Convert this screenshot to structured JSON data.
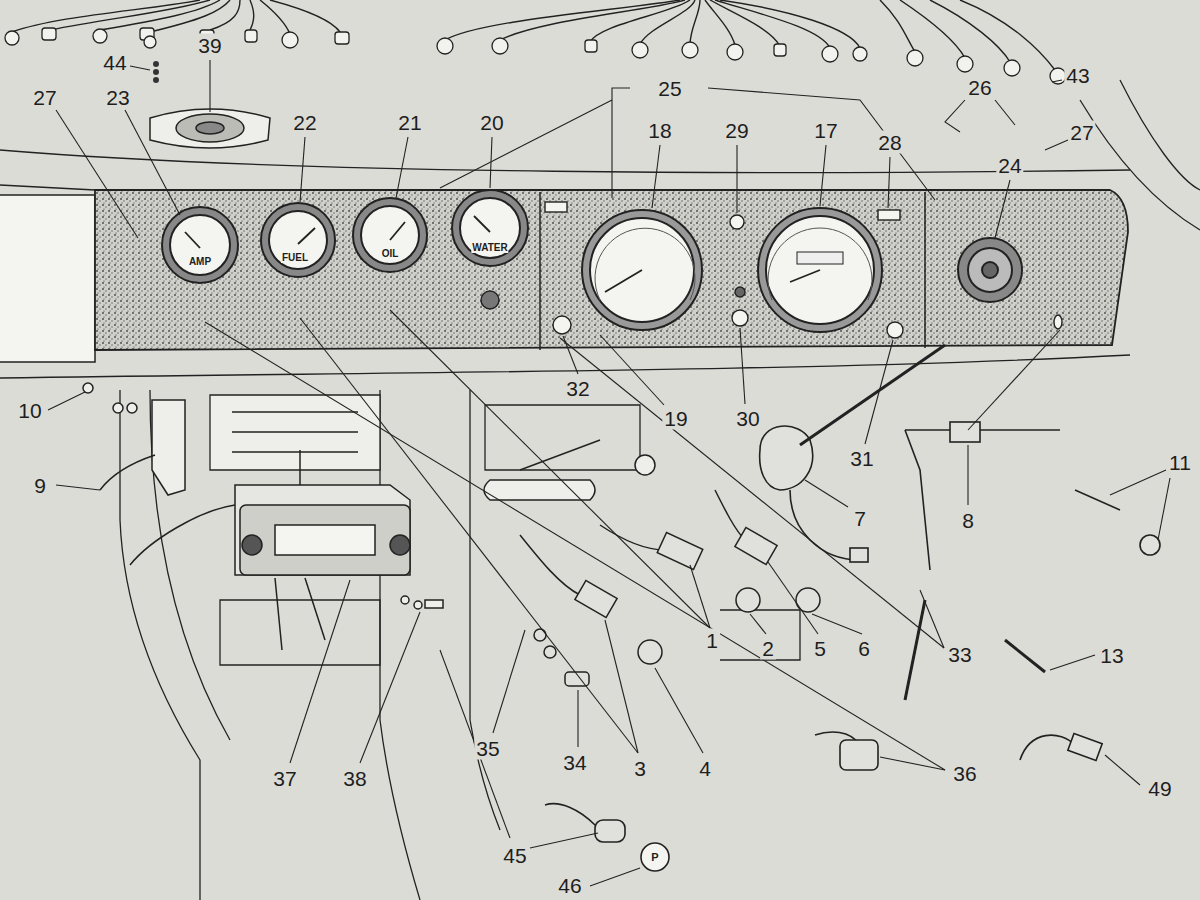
{
  "diagram": {
    "labels": [
      "44",
      "39",
      "25",
      "27",
      "23",
      "22",
      "21",
      "20",
      "18",
      "29",
      "17",
      "28",
      "26",
      "27",
      "24",
      "43",
      "AMP",
      "FUEL",
      "OIL",
      "WATER",
      "10",
      "9",
      "32",
      "19",
      "30",
      "31",
      "7",
      "8",
      "11",
      "1",
      "2",
      "5",
      "6",
      "33",
      "13",
      "37",
      "38",
      "35",
      "34",
      "3",
      "4",
      "36",
      "49",
      "45",
      "46",
      "P"
    ]
  }
}
